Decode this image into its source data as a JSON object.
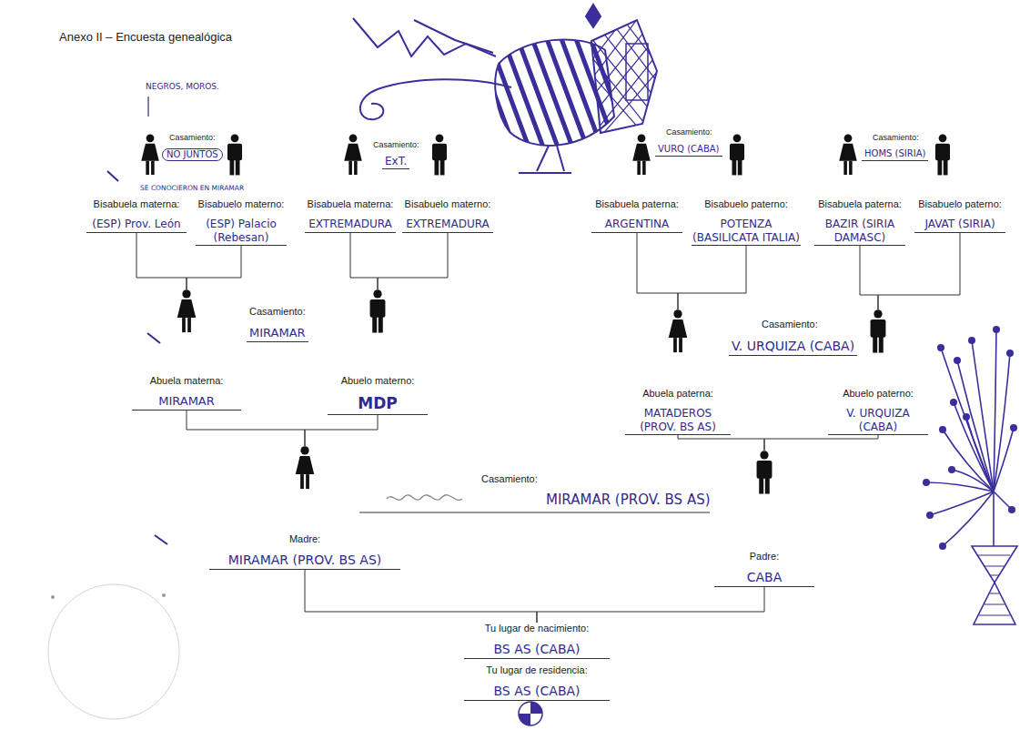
{
  "diagram": {
    "title": "Anexo II – Encuesta genealógica",
    "nodes": [
      {
        "text": [
          "Bisabuela materna:",
          "(ESP) Prov. León"
        ]
      },
      {
        "text": [
          "Bisabuelo materno:",
          "(ESP) Palacio (Rebesan)"
        ]
      },
      {
        "text": [
          "Bisabuela materna:",
          "EXTREMADURA"
        ]
      },
      {
        "text": [
          "Bisabuelo materno:",
          "EXTREMADURA"
        ]
      },
      {
        "text": [
          "Bisabuela paterna:",
          "ARGENTINA"
        ]
      },
      {
        "text": [
          "Bisabuelo paterno:",
          "POTENZA (BASILICATA ITALIA)"
        ]
      },
      {
        "text": [
          "Bisabuela paterna:",
          "BAZIR (SIRIA DAMASC)"
        ]
      },
      {
        "text": [
          "Bisabuelo paterno:",
          "JAVAT (SIRIA)"
        ]
      },
      {
        "text": [
          "Abuela materna:",
          "MIRAMAR"
        ]
      },
      {
        "text": [
          "Abuelo materno:",
          "MDP"
        ]
      },
      {
        "text": [
          "Abuela paterna:",
          "MATADEROS (PROV. BS AS)"
        ]
      },
      {
        "text": [
          "Abuelo paterno:",
          "V. URQUIZA (CABA)"
        ]
      },
      {
        "text": [
          "Madre:",
          "MIRAMAR (PROV. BS AS)"
        ]
      },
      {
        "text": [
          "Padre:",
          "CABA"
        ]
      },
      {
        "text": [
          "Tu lugar de nacimiento:",
          "BS AS (CABA)",
          "Tu lugar de residencia:",
          "BS AS (CABA)"
        ]
      }
    ],
    "edges": [
      {
        "from": 0,
        "to": 8,
        "arrow": "none"
      },
      {
        "from": 1,
        "to": 8,
        "arrow": "none"
      },
      {
        "from": 2,
        "to": 9,
        "arrow": "none"
      },
      {
        "from": 3,
        "to": 9,
        "arrow": "none"
      },
      {
        "from": 4,
        "to": 10,
        "arrow": "none"
      },
      {
        "from": 5,
        "to": 10,
        "arrow": "none"
      },
      {
        "from": 6,
        "to": 11,
        "arrow": "none"
      },
      {
        "from": 7,
        "to": 11,
        "arrow": "none"
      },
      {
        "from": 8,
        "to": 12,
        "arrow": "none"
      },
      {
        "from": 9,
        "to": 12,
        "arrow": "none"
      },
      {
        "from": 10,
        "to": 13,
        "arrow": "none"
      },
      {
        "from": 11,
        "to": 13,
        "arrow": "none"
      },
      {
        "from": 12,
        "to": 14,
        "arrow": "none"
      },
      {
        "from": 13,
        "to": 14,
        "arrow": "none"
      }
    ],
    "labels": [
      "NEGROS, MOROS.",
      "Casamiento:",
      "NO JUNTOS",
      "SE CONOCIERON EN MIRAMAR",
      "Casamiento:",
      "ExT.",
      "Casamiento:",
      "VURQ (CABA)",
      "Casamiento:",
      "HOMS (SIRIA)",
      "Casamiento:",
      "MIRAMAR",
      "Casamiento:",
      "V. URQUIZA (CABA)",
      "Casamiento:",
      "MIRAMAR (PROV. BS AS)"
    ]
  }
}
